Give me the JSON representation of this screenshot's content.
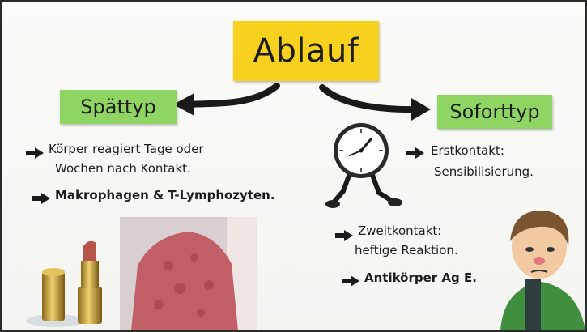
{
  "title": "Ablauf",
  "left_label": "Spättyp",
  "right_label": "Soforttyp",
  "left_points": [
    {
      "line1": "Körper reagiert Tage oder",
      "line2": "Wochen nach Kontakt."
    },
    {
      "line1": "Makrophagen & T-Lymphozyten."
    }
  ],
  "right_points": [
    {
      "line1": "Erstkontakt:",
      "line2": "Sensibilisierung."
    },
    {
      "line1": "Zweitkontakt:",
      "line2": "heftige Reaktion."
    },
    {
      "line1": "Antikörper Ag E."
    }
  ],
  "colors": {
    "title_card": "#f7d11e",
    "label_card": "#8fd563",
    "arrow": "#1a1a1a"
  },
  "icons": [
    "clock-icon",
    "lipstick-icon",
    "rash-back-photo",
    "sick-person-icon"
  ]
}
